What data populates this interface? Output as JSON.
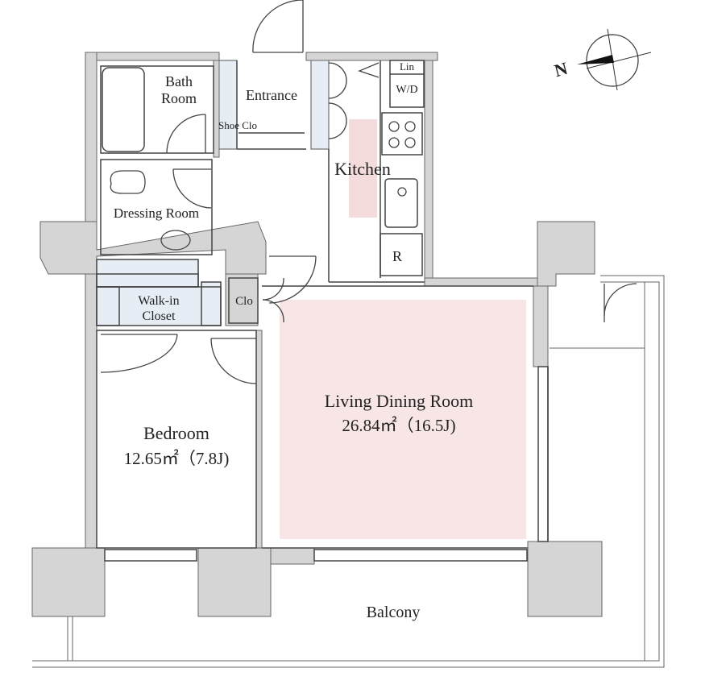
{
  "rooms": {
    "bath": {
      "line1": "Bath",
      "line2": "Room"
    },
    "entrance": "Entrance",
    "shoe_closet": "Shoe Clo",
    "linen": "Lin",
    "washer_dryer": "W/D",
    "kitchen": "Kitchen",
    "refrigerator": "R",
    "dressing_room": "Dressing Room",
    "walk_in_closet": {
      "line1": "Walk-in",
      "line2": "Closet"
    },
    "closet": "Clo",
    "bedroom": {
      "name": "Bedroom",
      "area": "12.65㎡（7.8J)"
    },
    "living_dining": {
      "name": "Living Dining Room",
      "area": "26.84㎡（16.5J)"
    },
    "balcony": "Balcony"
  },
  "compass": {
    "label": "N"
  },
  "colors": {
    "wall": "#d5d5d5",
    "closet_fill": "#e6edf5",
    "highlight_fill": "#f8e6e6",
    "kitchen_strip": "#f5dcdc",
    "line": "#444444"
  }
}
